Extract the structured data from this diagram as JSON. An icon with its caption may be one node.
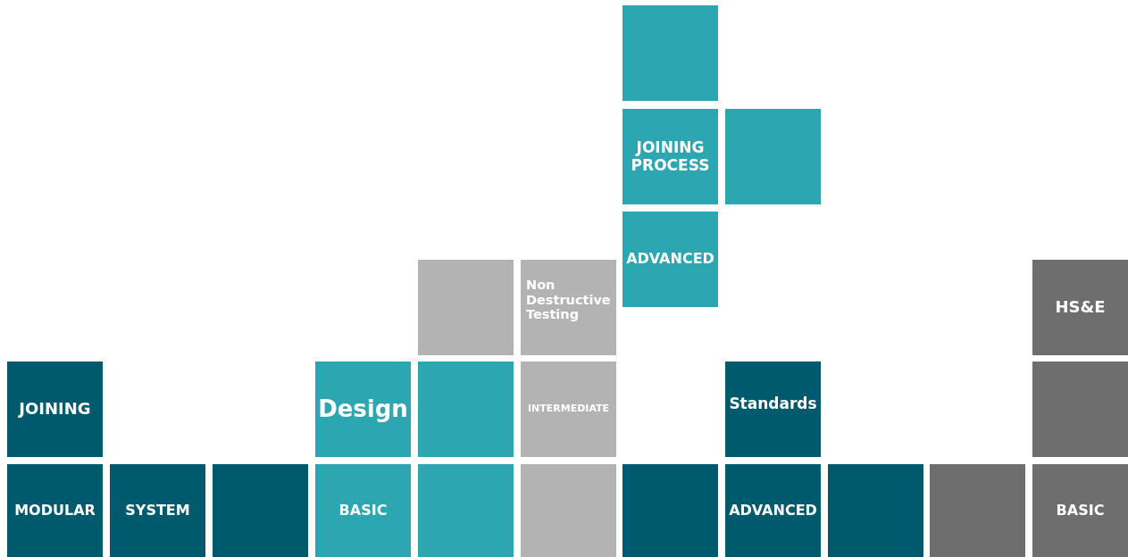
{
  "diagram": {
    "nodes": [
      {
        "text": [],
        "shape": "box"
      },
      {
        "text": [
          "JOINING PROCESS"
        ]
      },
      {
        "text": [],
        "shape": "box"
      },
      {
        "text": [
          "ADVANCED"
        ]
      },
      {
        "text": [],
        "shape": "box"
      },
      {
        "text": [
          "Non Destructive Testing"
        ]
      },
      {
        "text": [
          "HS&E"
        ]
      },
      {
        "text": [
          "JOINING"
        ]
      },
      {
        "text": [
          "Design"
        ]
      },
      {
        "text": [],
        "shape": "box"
      },
      {
        "text": [
          "INTERMEDIATE"
        ]
      },
      {
        "text": [
          "Standards"
        ]
      },
      {
        "text": [],
        "shape": "box"
      },
      {
        "text": [
          "MODULAR"
        ]
      },
      {
        "text": [
          "SYSTEM"
        ]
      },
      {
        "text": [],
        "shape": "box"
      },
      {
        "text": [
          "BASIC"
        ]
      },
      {
        "text": [],
        "shape": "box"
      },
      {
        "text": [],
        "shape": "box"
      },
      {
        "text": [],
        "shape": "box"
      },
      {
        "text": [
          "ADVANCED"
        ]
      },
      {
        "text": [],
        "shape": "box"
      },
      {
        "text": [],
        "shape": "box"
      },
      {
        "text": [
          "BASIC"
        ]
      }
    ]
  }
}
